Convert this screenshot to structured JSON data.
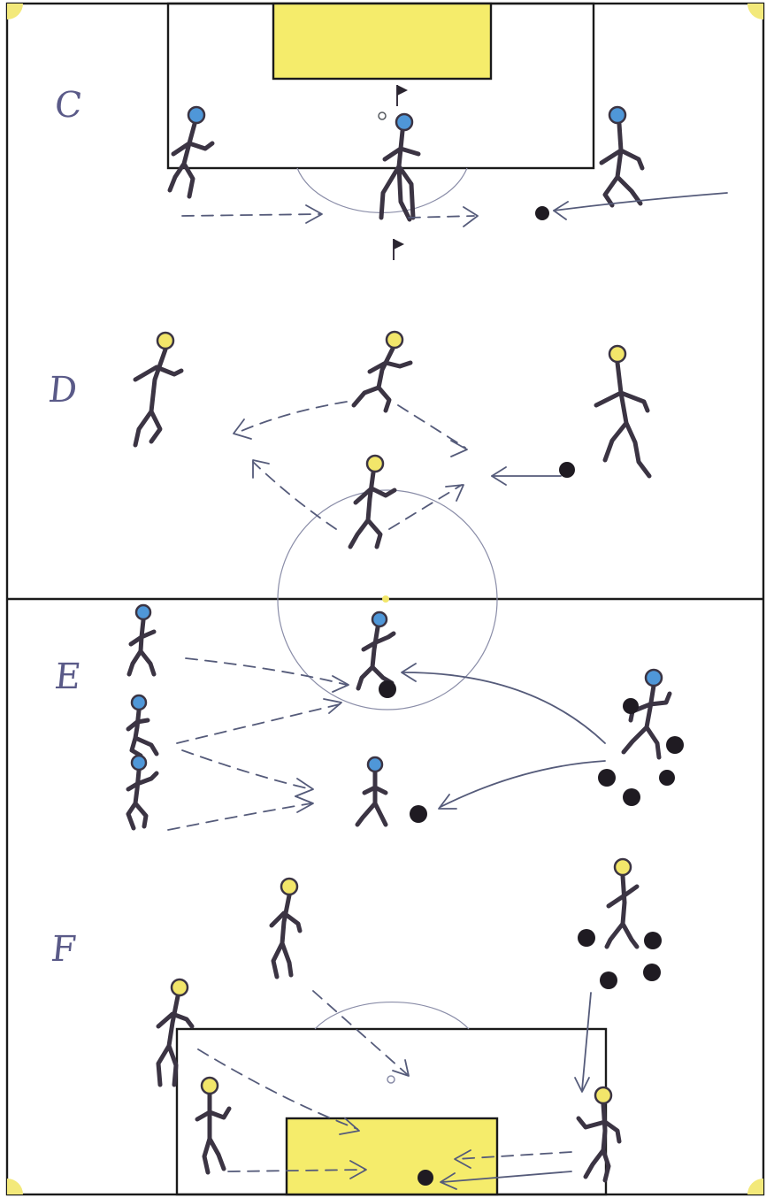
{
  "sections": [
    {
      "letter": "C"
    },
    {
      "letter": "D"
    },
    {
      "letter": "E"
    },
    {
      "letter": "F"
    }
  ],
  "colors": {
    "team_blue": "#4f97d8",
    "team_yellow": "#f2e66a",
    "goal_fill": "#f5ec6b",
    "corner_fill": "#f3e97a",
    "ball": "#1f1b22",
    "line": "#1a1a1a",
    "figure": "#3b3443"
  },
  "icons": [
    "player-figure-icon",
    "ball-icon",
    "cone-flag-icon",
    "goal-icon",
    "corner-quadrant-icon"
  ]
}
